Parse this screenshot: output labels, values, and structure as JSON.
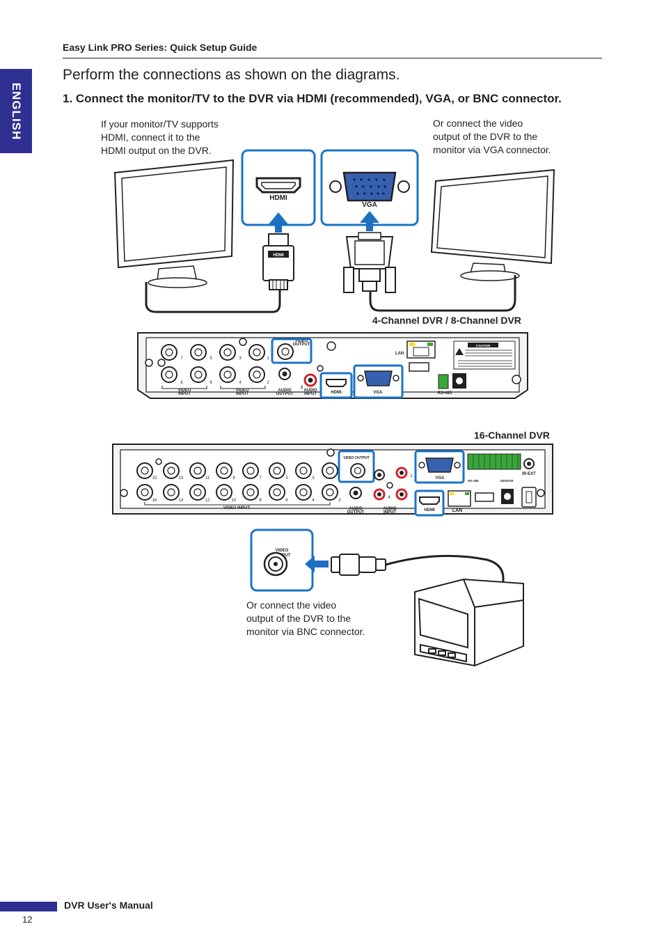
{
  "header": {
    "title": "Easy Link PRO Series: Quick Setup Guide"
  },
  "side_tab": {
    "label": "ENGLISH"
  },
  "main_heading": "Perform the connections as shown on the diagrams.",
  "step_heading": "1. Connect the monitor/TV to the DVR via HDMI (recommended), VGA, or BNC connector.",
  "notes": {
    "hdmi": [
      "If your monitor/TV supports",
      "HDMI, connect it to the",
      "HDMI output on the DVR."
    ],
    "vga": [
      "Or connect the video",
      "output of the DVR to the",
      "monitor via VGA connector."
    ],
    "bnc": [
      "Or connect the video",
      "output of the DVR to the",
      "monitor via BNC connector."
    ]
  },
  "section_labels": {
    "dvr_small": "4-Channel DVR / 8-Channel DVR",
    "dvr_large": "16-Channel DVR"
  },
  "callouts": {
    "hdmi": "HDMI",
    "vga": "VGA",
    "video_output": [
      "VIDEO",
      "OUTPUT"
    ]
  },
  "panel_small": {
    "top_channels": [
      "7",
      "5",
      "3",
      "1"
    ],
    "bottom_channels": [
      "8",
      "6",
      "4",
      "2"
    ],
    "video_input": [
      "VIDEO",
      "INPUT"
    ],
    "audio_output": [
      "AUDIO",
      "OUTPUT"
    ],
    "audio_input": [
      "AUDIO",
      "INPUT"
    ],
    "video_output": [
      "VIDEO",
      "OUTPUT"
    ],
    "hdmi": "HDMI",
    "vga": "VGA",
    "lan": "LAN",
    "rs485": "RS-485",
    "caution": "CAUTION",
    "port1": "1",
    "port2": "2"
  },
  "panel_large": {
    "top_channels": [
      "15",
      "13",
      "11",
      "9",
      "7",
      "5",
      "3"
    ],
    "bottom_channels": [
      "16",
      "14",
      "12",
      "10",
      "8",
      "6",
      "4"
    ],
    "video_input": "VIDEO INPUT",
    "video_output": "VIDEO OUTPUT",
    "audio_output": [
      "AUDIO",
      "OUTPUT"
    ],
    "audio_input": [
      "AUDIO",
      "INPUT"
    ],
    "vga": "VGA",
    "hdmi": "HDMI",
    "lan": "LAN",
    "ir_ext": "IR-EXT",
    "sensor": "SENSOR",
    "rs485": "RS-485",
    "port1": "1",
    "port2": "2",
    "port4": "4"
  },
  "footer": {
    "title": "DVR User's Manual",
    "page": "12"
  },
  "colors": {
    "brand_blue": "#2e3192",
    "callout_blue": "#1a73c8",
    "arrow_blue": "#1f6fc1",
    "panel_gray": "#f3f3f3",
    "green_term": "#3aa63a",
    "red_jack": "#d2232a",
    "vga_blue": "#3561ae"
  }
}
